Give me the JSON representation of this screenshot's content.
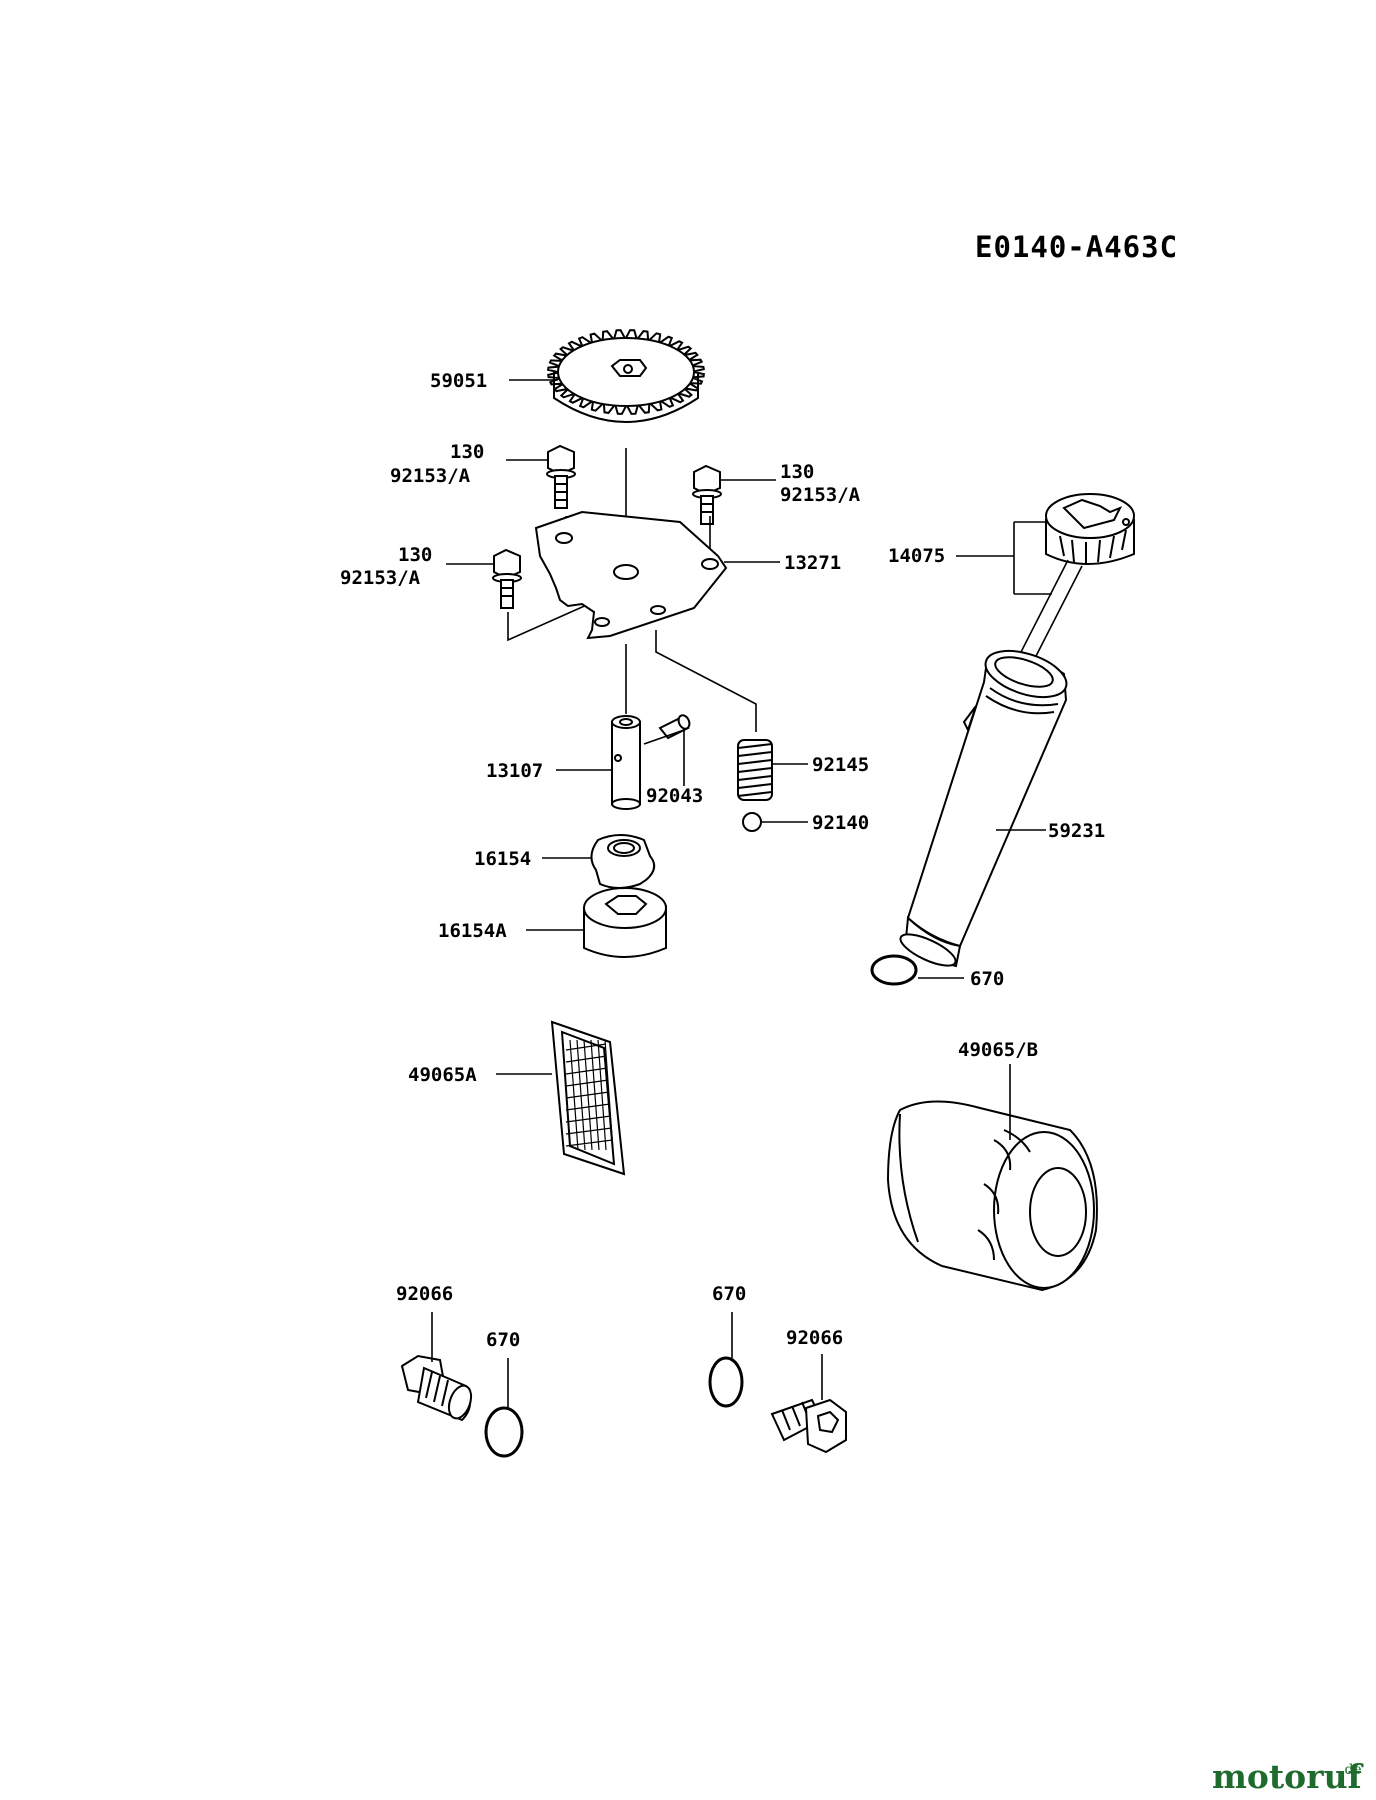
{
  "diagram_code": "E0140-A463C",
  "watermark": {
    "name": "motoruf",
    "tld": ".de"
  },
  "labels": {
    "gear": "59051",
    "bolt_l1_a": "130",
    "bolt_l1_b": "92153/A",
    "bolt_r_a": "130",
    "bolt_r_b": "92153/A",
    "bolt_l2_a": "130",
    "bolt_l2_b": "92153/A",
    "plate": "13271",
    "dipstick": "14075",
    "shaft": "13107",
    "pin": "92043",
    "spring": "92145",
    "ball": "92140",
    "tube": "59231",
    "rotor_inner": "16154",
    "rotor_outer": "16154A",
    "oring_tube": "670",
    "screen": "49065A",
    "filter": "49065/B",
    "plug_left": "92066",
    "oring_left": "670",
    "oring_right": "670",
    "plug_right": "92066"
  }
}
